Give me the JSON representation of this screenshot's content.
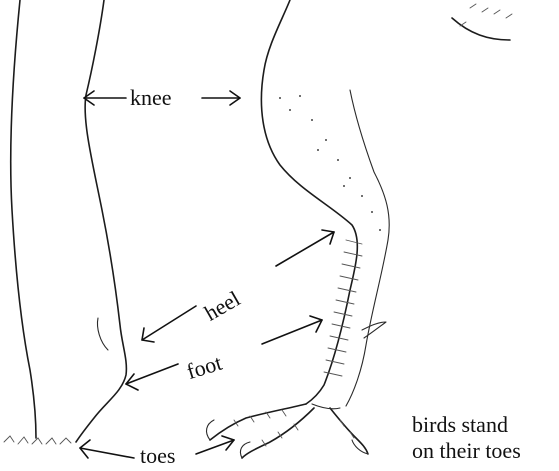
{
  "labels": {
    "knee": "knee",
    "heel": "heel",
    "foot": "foot",
    "toes": "toes"
  },
  "caption": {
    "line1": "birds stand",
    "line2": "on their toes"
  }
}
